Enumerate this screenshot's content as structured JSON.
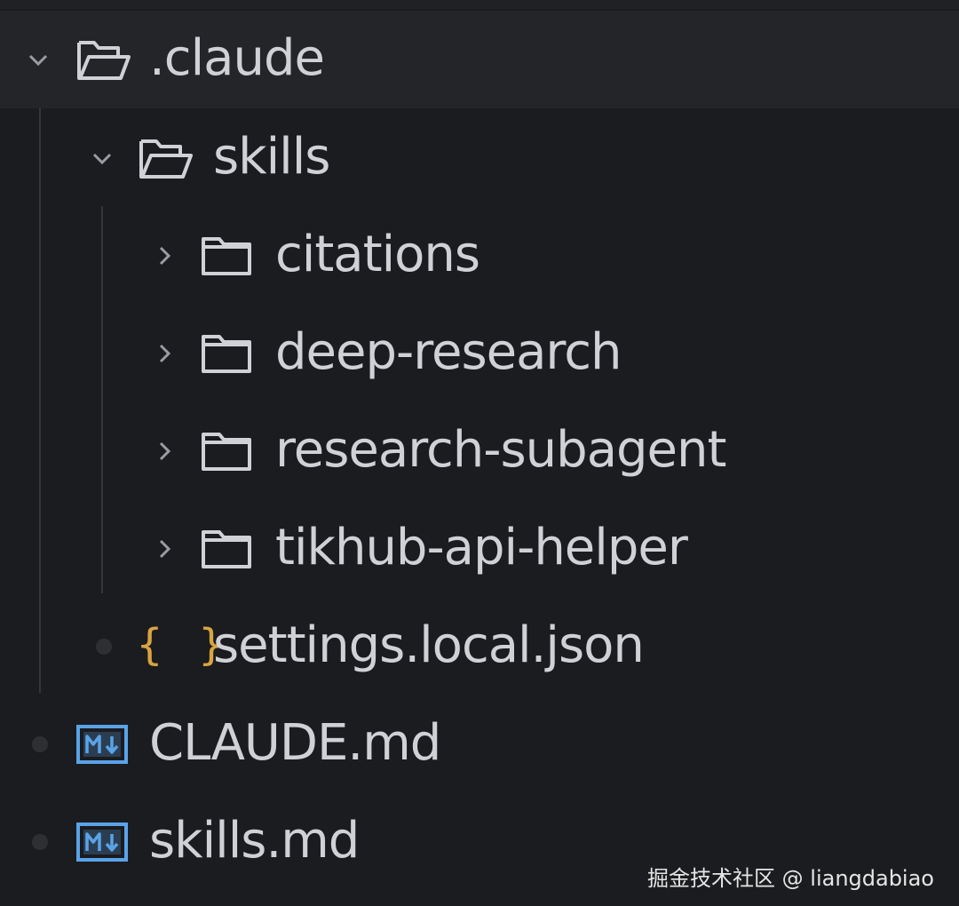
{
  "explorer": {
    "root": {
      "label": ".claude",
      "icon": "folder-open-icon",
      "expanded": true
    },
    "skills_folder": {
      "label": "skills",
      "icon": "folder-open-icon",
      "expanded": true
    },
    "skill_folders": [
      {
        "label": "citations",
        "icon": "folder-icon",
        "expanded": false
      },
      {
        "label": "deep-research",
        "icon": "folder-icon",
        "expanded": false
      },
      {
        "label": "research-subagent",
        "icon": "folder-icon",
        "expanded": false
      },
      {
        "label": "tikhub-api-helper",
        "icon": "folder-icon",
        "expanded": false
      }
    ],
    "settings_file": {
      "label": "settings.local.json",
      "icon_text": "{ }",
      "icon": "json-braces-icon"
    },
    "root_files": [
      {
        "label": "CLAUDE.md",
        "icon": "markdown-icon"
      },
      {
        "label": "skills.md",
        "icon": "markdown-icon"
      }
    ]
  },
  "watermark": "掘金技术社区 @ liangdabiao",
  "colors": {
    "background": "#1b1c1f",
    "selected_row": "#242529",
    "text": "#cfd1d6",
    "folder_icon": "#cfd1d6",
    "json_icon": "#d9a441",
    "markdown_icon": "#5aa3e8"
  }
}
